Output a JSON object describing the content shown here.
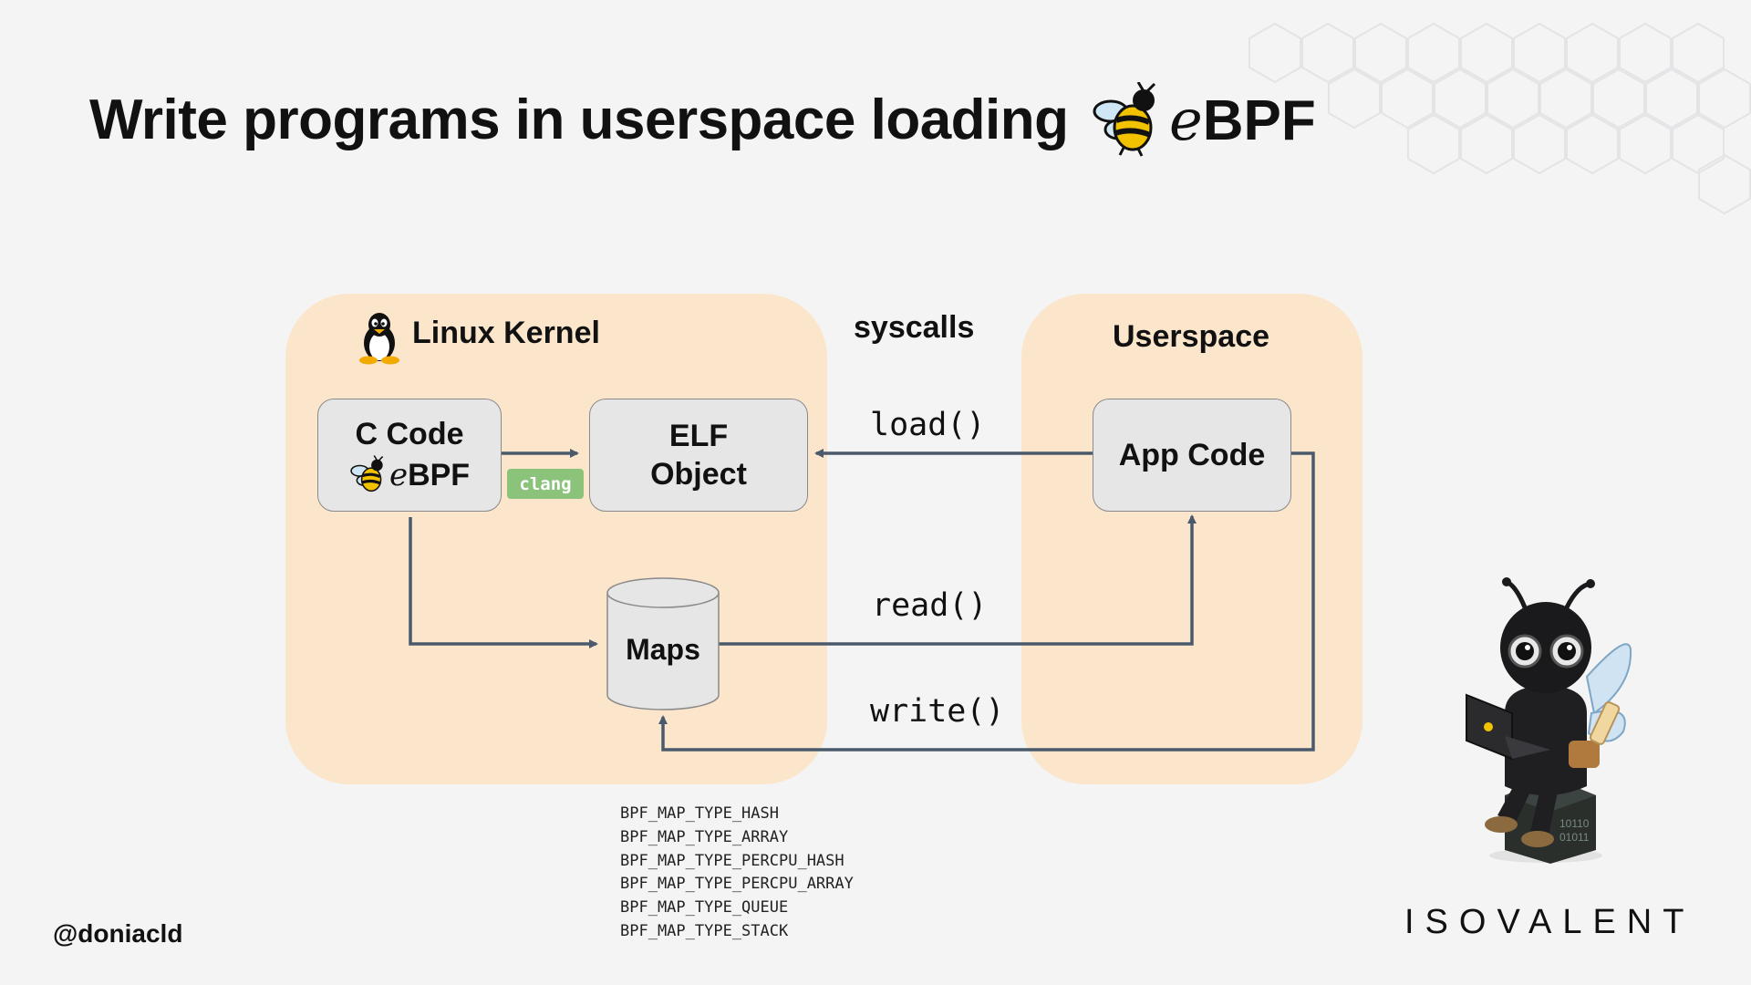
{
  "title": "Write programs in userspace loading",
  "ebpf_logo": {
    "e": "e",
    "bpf": "BPF"
  },
  "panels": {
    "kernel": {
      "label": "Linux Kernel"
    },
    "userspace": {
      "label": "Userspace"
    }
  },
  "syscalls_label": "syscalls",
  "boxes": {
    "c_code": {
      "label": "C Code"
    },
    "elf": {
      "line1": "ELF",
      "line2": "Object"
    },
    "app_code": {
      "label": "App Code"
    },
    "maps": {
      "label": "Maps"
    }
  },
  "clang_badge": "clang",
  "calls": {
    "load": "load()",
    "read": "read()",
    "write": "write()"
  },
  "map_types": [
    "BPF_MAP_TYPE_HASH",
    "BPF_MAP_TYPE_ARRAY",
    "BPF_MAP_TYPE_PERCPU_HASH",
    "BPF_MAP_TYPE_PERCPU_ARRAY",
    "BPF_MAP_TYPE_QUEUE",
    "BPF_MAP_TYPE_STACK"
  ],
  "handle": "@doniacld",
  "brand": "ISOVALENT",
  "colors": {
    "panel": "#fbe6cc",
    "box": "#e6e6e6",
    "arrow": "#4a5a6c",
    "clang": "#8bc37b",
    "bee_yellow": "#f2c200"
  },
  "icons": [
    "tux-penguin-icon",
    "ebpf-bee-icon",
    "mascot-bee-illustration"
  ]
}
